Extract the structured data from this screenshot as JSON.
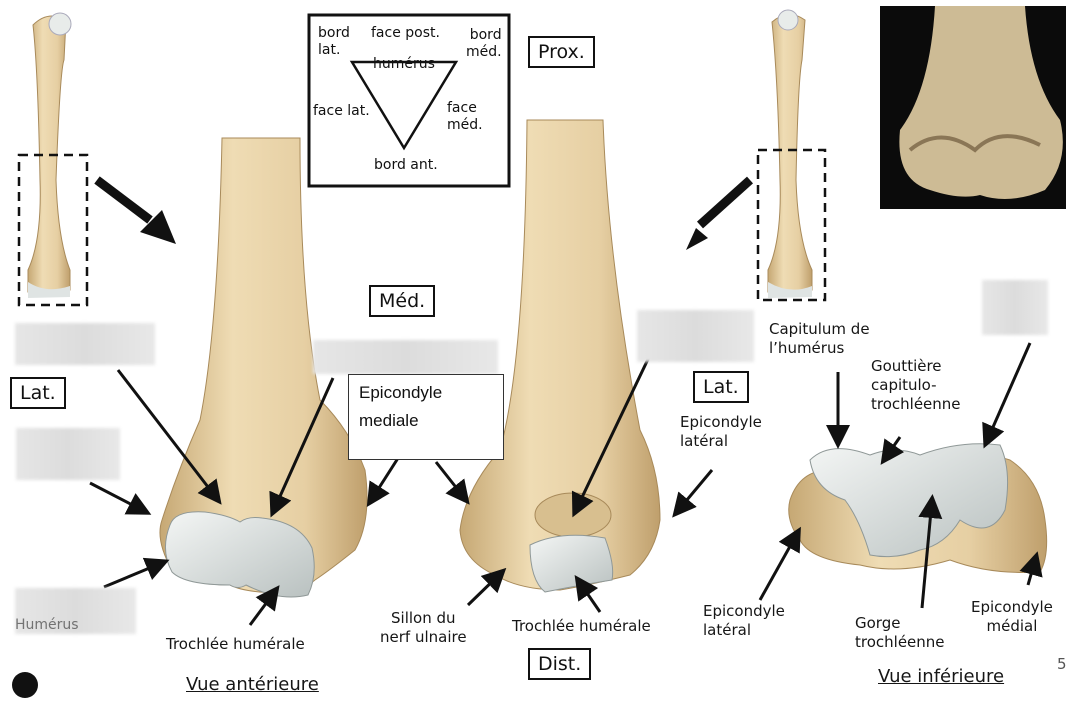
{
  "orientation": {
    "prox": "Prox.",
    "dist": "Dist.",
    "med": "Méd.",
    "lat_left": "Lat.",
    "lat_right": "Lat."
  },
  "triangle": {
    "top_left": "bord\nlat.",
    "top_center": "face post.",
    "top_right": "bord\nméd.",
    "center": "humérus",
    "left": "face lat.",
    "right": "face\nméd.",
    "bottom": "bord ant."
  },
  "labels": {
    "epicondyle_mediale": "Epicondyle\nmediale",
    "trochlee_humerale_1": "Trochlée humérale",
    "trochlee_humerale_2": "Trochlée humérale",
    "sillon": "Sillon du\nnerf ulnaire",
    "epicondyle_lateral_post": "Epicondyle\nlatéral",
    "capitulum": "Capitulum de\nl’humérus",
    "gouttiere": "Gouttière\ncapitulo-\ntrochléenne",
    "epicondyle_lateral_inf": "Epicondyle\nlatéral",
    "gorge": "Gorge\ntrochléenne",
    "epicondyle_medial_inf": "Epicondyle\nmédial",
    "partial_label": "Humérus"
  },
  "views": {
    "anterior": "Vue antérieure",
    "inferior": "Vue inférieure"
  },
  "page_number": "5",
  "colors": {
    "bone": "#e9d6ae",
    "bone_shade": "#c9ad7c",
    "cartilage": "#d9dedd",
    "ink": "#111111"
  }
}
